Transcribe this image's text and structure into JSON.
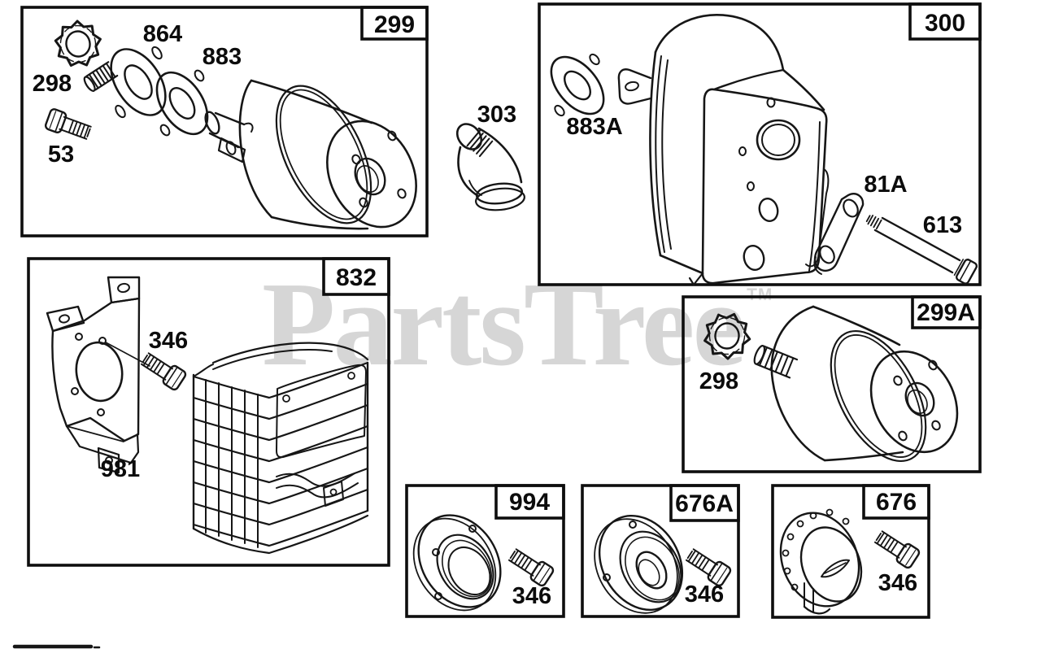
{
  "watermark": {
    "text": "PartsTree",
    "tm_mark": "TM",
    "color": "#d6d6d6"
  },
  "colors": {
    "line": "#161616",
    "paper": "#ffffff",
    "watermark": "#d6d6d6"
  },
  "sections": {
    "s299": {
      "label": "299",
      "parts": {
        "fitting": "864",
        "gasket": "883",
        "nut": "298",
        "bolt": "53"
      }
    },
    "s300": {
      "label": "300",
      "parts": {
        "gasket": "883A",
        "strap": "81A",
        "bolt": "613"
      }
    },
    "s832": {
      "label": "832",
      "parts": {
        "bolt": "346",
        "bracket": "981"
      }
    },
    "s299A": {
      "label": "299A",
      "parts": {
        "nut": "298"
      }
    },
    "s994": {
      "label": "994",
      "parts": {
        "bolt": "346"
      }
    },
    "s676A": {
      "label": "676A",
      "parts": {
        "bolt": "346"
      }
    },
    "s676": {
      "label": "676",
      "parts": {
        "bolt": "346"
      }
    }
  },
  "loose_parts": {
    "elbow": "303"
  }
}
